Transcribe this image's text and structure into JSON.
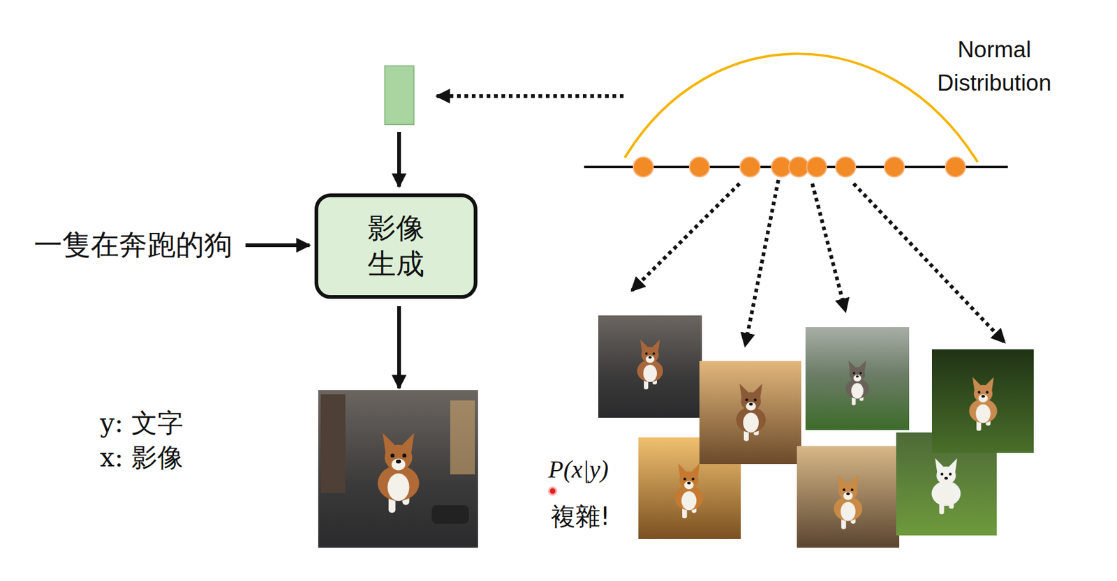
{
  "diagram": {
    "nodes": [
      {
        "text": [
          "影像 生成"
        ]
      }
    ],
    "labels": [
      "一隻在奔跑的狗",
      "y: 文字",
      "x: 影像",
      "Normal Distribution",
      "P(x|y)",
      "複雜!"
    ]
  }
}
